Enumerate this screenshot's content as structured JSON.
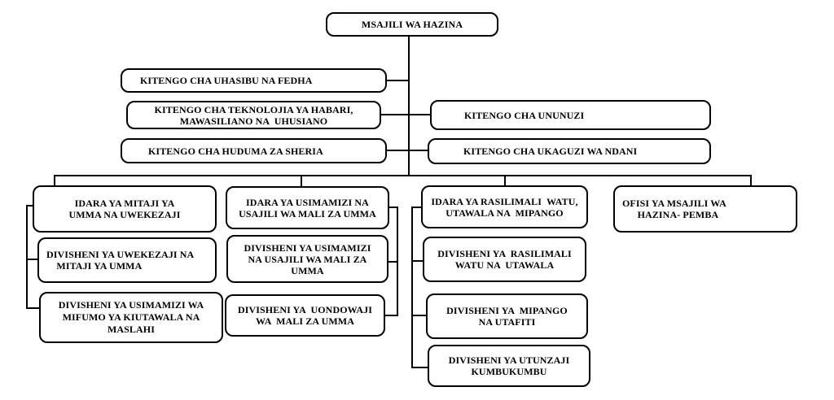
{
  "org": {
    "root": {
      "label": "MSAJILI WA HAZINA"
    },
    "units": [
      {
        "label": "KITENGO CHA UHASIBU NA FEDHA"
      },
      {
        "label": "KITENGO CHA TEKNOLOJIA YA HABARI,\nMAWASILIANO NA  UHUSIANO"
      },
      {
        "label": "KITENGO CHA HUDUMA ZA SHERIA"
      },
      {
        "label": "KITENGO CHA UNUNUZI"
      },
      {
        "label": "KITENGO CHA UKAGUZI WA NDANI"
      }
    ],
    "branches": [
      {
        "header": {
          "label": "IDARA YA MITAJI YA\nUMMA NA UWEKEZAJI"
        },
        "children": [
          {
            "label": "DIVISHENI YA UWEKEZAJI NA\n    MITAJI YA UMMA"
          },
          {
            "label": "DIVISHENI YA USIMAMIZI WA\nMIFUMO YA KIUTAWALA NA\nMASLAHI"
          }
        ]
      },
      {
        "header": {
          "label": "IDARA YA USIMAMIZI NA\nUSAJILI WA MALI ZA UMMA"
        },
        "children": [
          {
            "label": "DIVISHENI YA USIMAMIZI\nNA USAJILI WA MALI ZA\nUMMA"
          },
          {
            "label": "DIVISHENI YA  UONDOWAJI\nWA  MALI ZA UMMA"
          }
        ]
      },
      {
        "header": {
          "label": "IDARA YA RASILIMALI  WATU,\nUTAWALA NA  MIPANGO"
        },
        "children": [
          {
            "label": "DIVISHENI YA  RASILIMALI\nWATU NA  UTAWALA"
          },
          {
            "label": "DIVISHENI YA  MIPANGO\nNA UTAFITI"
          },
          {
            "label": "DIVISHENI YA UTUNZAJI\nKUMBUKUMBU"
          }
        ]
      },
      {
        "header": {
          "label": "OFISI YA MSAJILI WA\n      HAZINA- PEMBA"
        },
        "children": []
      }
    ],
    "line_color": "#000000",
    "box_background": "#ffffff"
  }
}
